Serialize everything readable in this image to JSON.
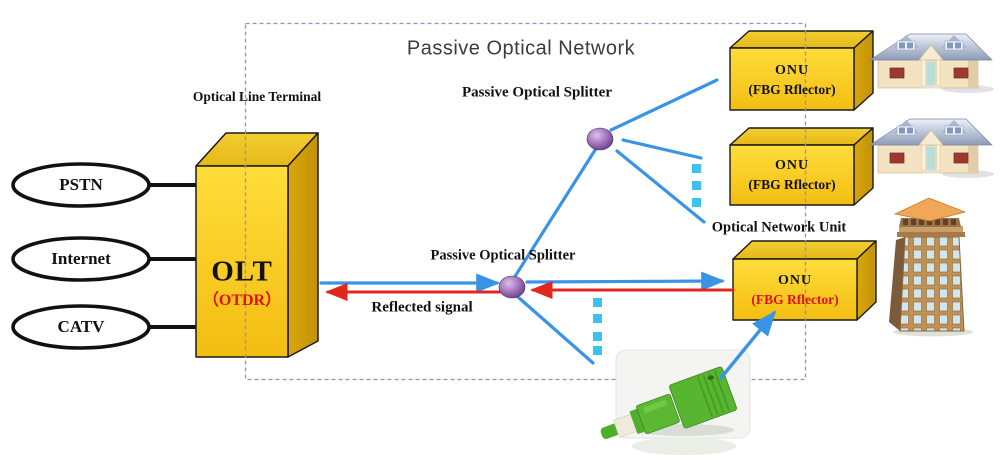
{
  "diagram": {
    "title": "Passive Optical Network",
    "olt_caption": "Optical Line Terminal",
    "onu_caption": "Optical Network Unit",
    "upper_splitter_label": "Passive Optical Splitter",
    "lower_splitter_label": "Passive Optical Splitter",
    "reflected_signal_label": "Reflected signal"
  },
  "sources": [
    {
      "label": "PSTN"
    },
    {
      "label": "Internet"
    },
    {
      "label": "CATV"
    }
  ],
  "olt": {
    "name": "OLT",
    "subname": "（OTDR）"
  },
  "onus": [
    {
      "name": "ONU",
      "subname": "(FBG Rflector)"
    },
    {
      "name": "ONU",
      "subname": "(FBG Rflector)"
    },
    {
      "name": "ONU",
      "subname": "(FBG Rflector)"
    }
  ],
  "icons": {
    "splitter": "optical-splitter-node",
    "premises_top": "house-icon",
    "premises_mid": "house-icon",
    "premises_bottom": "office-building-icon",
    "connector": "fiber-sc-apc-connector-photo"
  },
  "colors": {
    "downstream_blue": "#3a94e6",
    "reflected_red": "#e0271c",
    "box_yellow": "#ffd424",
    "splitter_purple": "#8e5ba8",
    "pon_border": "#9090cc",
    "ellipsis_cyan": "#3bc3ef",
    "onu3_sub_red": "#e01010"
  }
}
